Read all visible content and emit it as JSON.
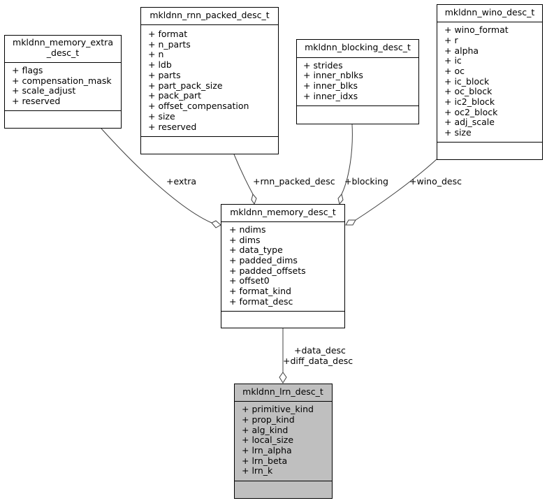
{
  "colors": {
    "box_fill": "#ffffff",
    "highlight_fill": "#bfbfbf",
    "border": "#000000",
    "edge": "#404040"
  },
  "classes": {
    "extra_desc": {
      "title_lines": [
        "mkldnn_memory_extra",
        "_desc_t"
      ],
      "members": [
        "+ flags",
        "+ compensation_mask",
        "+ scale_adjust",
        "+ reserved"
      ]
    },
    "rnn_packed_desc": {
      "title_lines": [
        "mkldnn_rnn_packed_desc_t"
      ],
      "members": [
        "+ format",
        "+ n_parts",
        "+ n",
        "+ ldb",
        "+ parts",
        "+ part_pack_size",
        "+ pack_part",
        "+ offset_compensation",
        "+ size",
        "+ reserved"
      ]
    },
    "blocking_desc": {
      "title_lines": [
        "mkldnn_blocking_desc_t"
      ],
      "members": [
        "+ strides",
        "+ inner_nblks",
        "+ inner_blks",
        "+ inner_idxs"
      ]
    },
    "wino_desc": {
      "title_lines": [
        "mkldnn_wino_desc_t"
      ],
      "members": [
        "+ wino_format",
        "+ r",
        "+ alpha",
        "+ ic",
        "+ oc",
        "+ ic_block",
        "+ oc_block",
        "+ ic2_block",
        "+ oc2_block",
        "+ adj_scale",
        "+ size"
      ]
    },
    "memory_desc": {
      "title_lines": [
        "mkldnn_memory_desc_t"
      ],
      "members": [
        "+ ndims",
        "+ dims",
        "+ data_type",
        "+ padded_dims",
        "+ padded_offsets",
        "+ offset0",
        "+ format_kind",
        "+ format_desc"
      ]
    },
    "lrn_desc": {
      "title_lines": [
        "mkldnn_lrn_desc_t"
      ],
      "members": [
        "+ primitive_kind",
        "+ prop_kind",
        "+ alg_kind",
        "+ local_size",
        "+ lrn_alpha",
        "+ lrn_beta",
        "+ lrn_k"
      ]
    }
  },
  "edges": {
    "extra": [
      "+extra"
    ],
    "rnn_packed_desc": [
      "+rnn_packed_desc"
    ],
    "blocking": [
      "+blocking"
    ],
    "wino_desc": [
      "+wino_desc"
    ],
    "data_desc": [
      "+data_desc",
      "+diff_data_desc"
    ]
  }
}
